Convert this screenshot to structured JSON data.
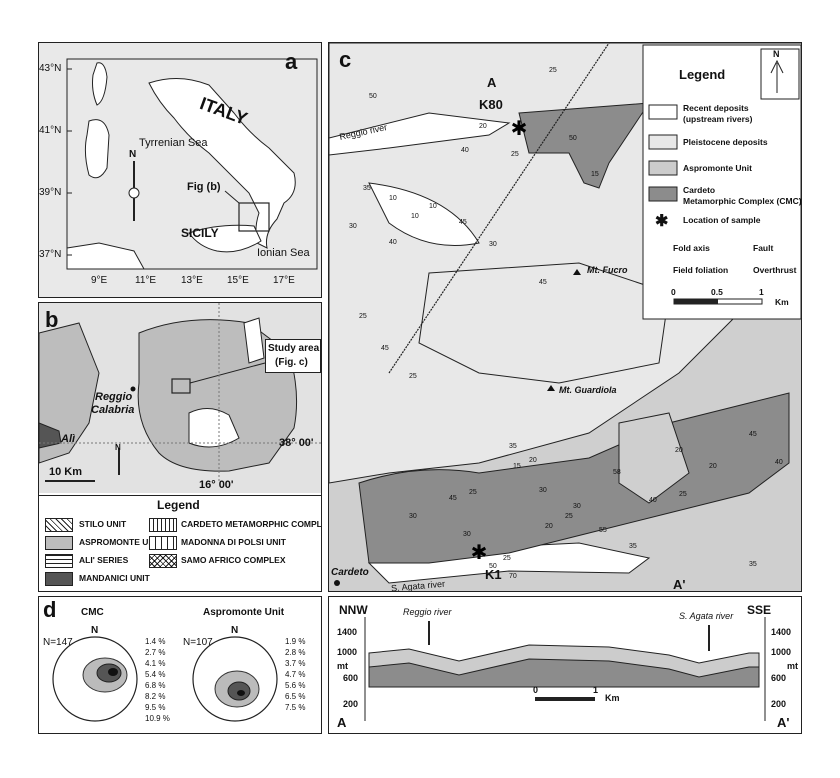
{
  "panel_a": {
    "label": "a",
    "country": "ITALY",
    "sea1": "Tyrrenian Sea",
    "sea2": "Ionian Sea",
    "island": "SICILY",
    "fig_ref": "Fig (b)",
    "lat_labels": [
      "43°N",
      "41°N",
      "39°N",
      "37°N"
    ],
    "lon_labels": [
      "9°E",
      "11°E",
      "13°E",
      "15°E",
      "17°E"
    ],
    "north": "N"
  },
  "panel_b": {
    "label": "b",
    "study_area": "Study area",
    "fig_ref": "(Fig. c)",
    "city": "Reggio",
    "city2": "Calabria",
    "place": "Alì",
    "lat": "38° 00'",
    "lon": "16° 00'",
    "scale": "10 Km",
    "north": "N",
    "legend_title": "Legend",
    "legend_items": [
      "STILO UNIT",
      "ASPROMONTE UNIT",
      "ALI' SERIES",
      "MANDANICI UNIT",
      "CARDETO METAMORPHIC COMPLEX",
      "MADONNA DI POLSI UNIT",
      "SAMO AFRICO COMPLEX"
    ]
  },
  "panel_c": {
    "label": "c",
    "legend_title": "Legend",
    "legend_items": [
      "Recent deposits",
      "(upstream rivers)",
      "Pleistocene deposits",
      "Aspromonte Unit",
      "Cardeto",
      "Metamorphic Complex (CMC)",
      "Location of sample"
    ],
    "sym_fold": "Fold axis",
    "sym_fault": "Fault",
    "sym_foliation": "Field foliation",
    "sym_overthrust": "Overthrust",
    "scale_labels": [
      "0",
      "0.5",
      "1"
    ],
    "scale_unit": "Km",
    "north": "N",
    "places": [
      "K80",
      "K1",
      "A",
      "A'",
      "Reggio river",
      "S. Agata river",
      "Mt. Fucro",
      "Mt. Guardiola",
      "Cardeto"
    ],
    "dips": [
      "50",
      "25",
      "20",
      "40",
      "25",
      "50",
      "15",
      "35",
      "10",
      "10",
      "10",
      "30",
      "40",
      "45",
      "30",
      "45",
      "25",
      "45",
      "25",
      "45",
      "25",
      "15",
      "35",
      "20",
      "30",
      "20",
      "30",
      "58",
      "40",
      "20",
      "25",
      "20",
      "45",
      "40",
      "30",
      "25",
      "50",
      "55",
      "70",
      "35",
      "35",
      "25",
      "30"
    ]
  },
  "panel_d": {
    "label": "d",
    "net1_title": "CMC",
    "net1_n": "N=147",
    "net1_scale": [
      "1.4 %",
      "2.7 %",
      "4.1 %",
      "5.4 %",
      "6.8 %",
      "8.2 %",
      "9.5 %",
      "10.9 %"
    ],
    "net2_title": "Aspromonte Unit",
    "net2_n": "N=107",
    "net2_scale": [
      "1.9 %",
      "2.8 %",
      "3.7 %",
      "4.7 %",
      "5.6 %",
      "6.5 %",
      "7.5 %"
    ],
    "north": "N"
  },
  "section": {
    "left_label": "NNW",
    "right_label": "SSE",
    "river1": "Reggio river",
    "river2": "S. Agata river",
    "ticks": [
      "1400",
      "1000",
      "600",
      "200"
    ],
    "unit": "mt",
    "scale": [
      "0",
      "1"
    ],
    "scale_unit": "Km",
    "end_left": "A",
    "end_right": "A'"
  },
  "colors": {
    "recent": "#ffffff",
    "pleistocene": "#e8e8e8",
    "aspromonte": "#cccccc",
    "cmc": "#8c8c8c"
  }
}
